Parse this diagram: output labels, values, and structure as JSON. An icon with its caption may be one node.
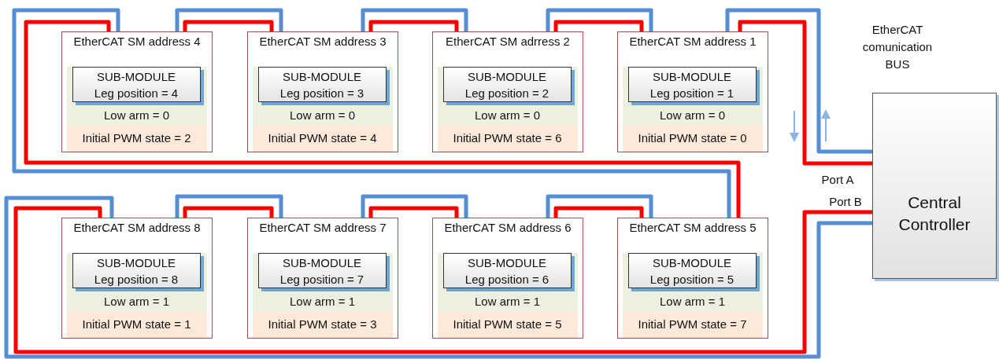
{
  "diagram": {
    "nodes": [
      {
        "text": [
          "EtherCAT SM address 4"
        ]
      },
      {
        "text": [
          "Low arm = 0"
        ],
        "in": 0
      },
      {
        "text": [
          "SUB-MODULE Leg position = 4"
        ],
        "in": 1
      },
      {
        "text": [
          "Initial PWM state = 2"
        ],
        "in": 0
      },
      {
        "text": [
          "EtherCAT SM address 3"
        ]
      },
      {
        "text": [
          "Low arm = 0"
        ],
        "in": 4
      },
      {
        "text": [
          "SUB-MODULE Leg position = 3"
        ],
        "in": 5
      },
      {
        "text": [
          "Initial PWM state = 4"
        ],
        "in": 4
      },
      {
        "text": [
          "EtherCAT SM adrress 2"
        ]
      },
      {
        "text": [
          "Low arm = 0"
        ],
        "in": 8
      },
      {
        "text": [
          "SUB-MODULE Leg position = 2"
        ],
        "in": 9
      },
      {
        "text": [
          "Initial PWM state = 6"
        ],
        "in": 8
      },
      {
        "text": [
          "EtherCAT SM address 1"
        ]
      },
      {
        "text": [
          "Low arm = 0"
        ],
        "in": 12
      },
      {
        "text": [
          "SUB-MODULE Leg position = 1"
        ],
        "in": 13
      },
      {
        "text": [
          "Initial PWM state = 0"
        ],
        "in": 12
      },
      {
        "text": [
          "Central Controller"
        ]
      },
      {
        "text": [
          "EtherCAT SM address 8"
        ]
      },
      {
        "text": [
          "Low arm = 1"
        ],
        "in": 17
      },
      {
        "text": [
          "SUB-MODULE Leg position = 8"
        ],
        "in": 18
      },
      {
        "text": [
          "Initial PWM state = 1"
        ],
        "in": 17
      },
      {
        "text": [
          "EtherCAT SM address 7"
        ]
      },
      {
        "text": [
          "Low arm = 1"
        ],
        "in": 21
      },
      {
        "text": [
          "SUB-MODULE Leg position = 7"
        ],
        "in": 22
      },
      {
        "text": [
          "Initial PWM state = 3"
        ],
        "in": 21
      },
      {
        "text": [
          "EtherCAT SM address 6"
        ]
      },
      {
        "text": [
          "Low arm = 1"
        ],
        "in": 25
      },
      {
        "text": [
          "SUB-MODULE Leg position = 6"
        ],
        "in": 26
      },
      {
        "text": [
          "Initial PWM state = 5"
        ],
        "in": 25
      },
      {
        "text": [
          "EtherCAT SM address 5"
        ]
      },
      {
        "text": [
          "Low arm = 1"
        ],
        "in": 29
      },
      {
        "text": [
          "SUB-MODULE Leg position = 5"
        ],
        "in": 30
      },
      {
        "text": [
          "Initial PWM state = 7"
        ],
        "in": 29
      }
    ],
    "edges": [
      {
        "from": 16,
        "to": 12,
        "arrow": "none",
        "color": "#ff0000"
      },
      {
        "from": 12,
        "to": 8,
        "arrow": "none",
        "color": "#ff0000"
      },
      {
        "from": 8,
        "to": 4,
        "arrow": "none",
        "color": "#ff0000"
      },
      {
        "from": 4,
        "to": 0,
        "arrow": "none",
        "color": "#ff0000"
      },
      {
        "from": 0,
        "to": 29,
        "arrow": "none",
        "color": "#ff0000"
      },
      {
        "from": 29,
        "to": 25,
        "arrow": "none",
        "color": "#ff0000"
      },
      {
        "from": 25,
        "to": 21,
        "arrow": "none",
        "color": "#ff0000"
      },
      {
        "from": 21,
        "to": 17,
        "arrow": "none",
        "color": "#ff0000"
      },
      {
        "from": 17,
        "to": 16,
        "arrow": "none",
        "color": "#ff0000"
      },
      {
        "from": 16,
        "to": 12,
        "arrow": "none",
        "color": "#558ed5"
      },
      {
        "from": 12,
        "to": 8,
        "arrow": "none",
        "color": "#558ed5"
      },
      {
        "from": 8,
        "to": 4,
        "arrow": "none",
        "color": "#558ed5"
      },
      {
        "from": 4,
        "to": 0,
        "arrow": "none",
        "color": "#558ed5"
      },
      {
        "from": 0,
        "to": 29,
        "arrow": "none",
        "color": "#558ed5"
      },
      {
        "from": 29,
        "to": 25,
        "arrow": "none",
        "color": "#558ed5"
      },
      {
        "from": 25,
        "to": 21,
        "arrow": "none",
        "color": "#558ed5"
      },
      {
        "from": 21,
        "to": 17,
        "arrow": "none",
        "color": "#558ed5"
      },
      {
        "from": 17,
        "to": 16,
        "arrow": "none",
        "color": "#558ed5"
      }
    ],
    "labels": [
      "EtherCAT comunication BUS",
      "Port A",
      "Port B"
    ]
  }
}
